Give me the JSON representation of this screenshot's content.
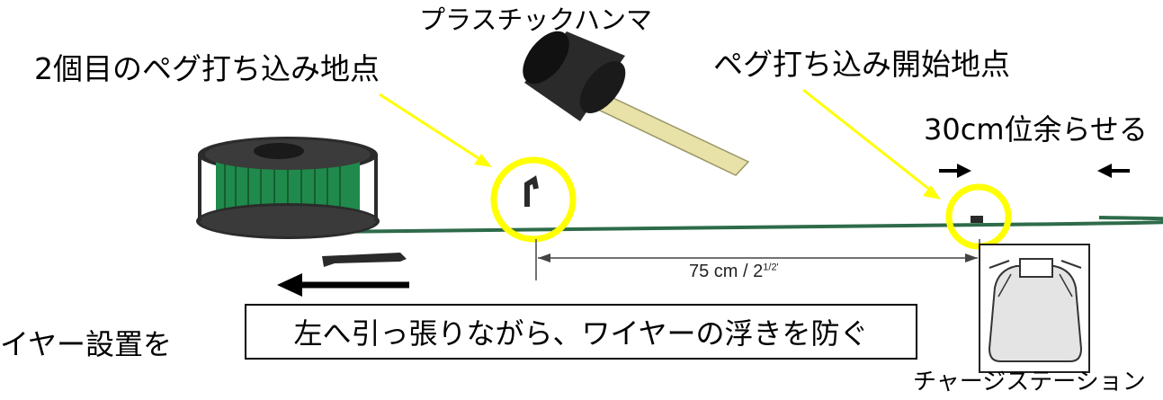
{
  "labels": {
    "hammer": "プラスチックハンマ",
    "second_peg_point": "2個目のペグ打ち込み地点",
    "peg_start_point": "ペグ打ち込み開始地点",
    "slack": "30cm位余らせる",
    "wire_install": "イヤー設置を",
    "charging_station": "チャージステーション",
    "distance_main": "75 cm / 2",
    "distance_sup": "1/2'"
  },
  "note_box": {
    "text": "左へ引っ張りながら、ワイヤーの浮きを防ぐ"
  },
  "colors": {
    "callout": "#ffff00",
    "wire": "#2e6b4a",
    "spool_wire": "#1f8a4c",
    "spool_body": "#2b2b2b",
    "hammer_head": "#1f1f1f",
    "hammer_handle": "#e8e2a8",
    "station_fill": "#e4e4e4"
  }
}
